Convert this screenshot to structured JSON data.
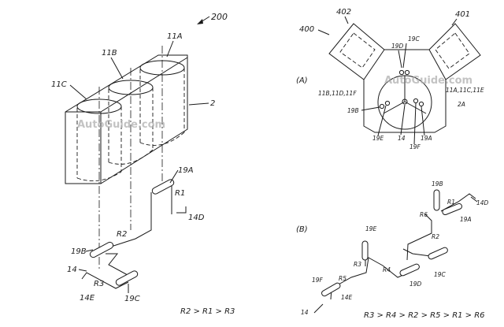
{
  "figure_number": "200",
  "left": {
    "engine_block_label": "2",
    "cylinders": [
      "11A",
      "11B",
      "11C"
    ],
    "crank_pins": [
      "19A",
      "19B",
      "19C"
    ],
    "webs": [
      "R1",
      "R2",
      "R3"
    ],
    "shaft": "14",
    "shaft_ends": [
      "14D",
      "14E"
    ],
    "relation": "R2 > R1 > R3"
  },
  "right_a": {
    "panel_label": "(A)",
    "engine_label": "400",
    "bank_labels": [
      "402",
      "401"
    ],
    "bank_left_cylinders": "11B,11D,11F",
    "bank_right_cylinders": "11A,11C,11E",
    "crankcase_label": "2A",
    "pins": [
      "19A",
      "19B",
      "19C",
      "19D",
      "19E",
      "19F"
    ],
    "shaft": "14"
  },
  "right_b": {
    "panel_label": "(B)",
    "pins": [
      "19A",
      "19B",
      "19C",
      "19D",
      "19E",
      "19F"
    ],
    "webs": [
      "R1",
      "R2",
      "R3",
      "R4",
      "R5",
      "R6"
    ],
    "shaft": "14",
    "shaft_ends": [
      "14D",
      "14E"
    ],
    "relation": "R3 > R4 > R2 > R5 > R1 > R6"
  },
  "watermark": "AutoGuide.com"
}
